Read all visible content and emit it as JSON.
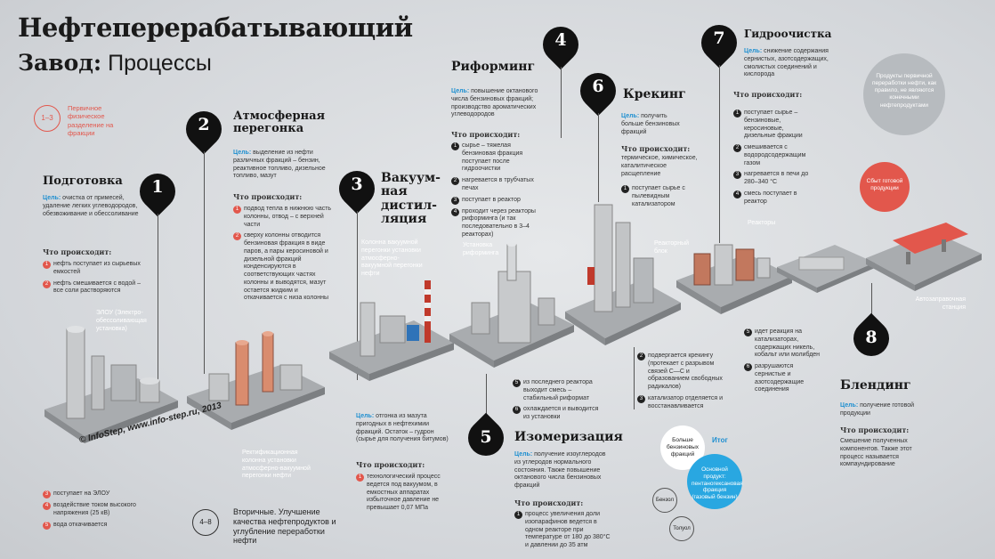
{
  "title": {
    "line1": "Нефтеперерабатывающий",
    "line2_bold": "Завод:",
    "line2_rest": " Процессы"
  },
  "primary_badge": {
    "range": "1–3",
    "text": "Первичное физическое разделение на фракции"
  },
  "secondary_badge": {
    "range": "4–8",
    "text": "Вторичные. Улучшение качества нефтепродуктов и углубление переработки нефти"
  },
  "copyright": "© InfoStep, www.info-step.ru, 2013",
  "goal_label": "Цель:",
  "what_happens": "Что происходит:",
  "s1": {
    "num": "1",
    "title": "Подготовка",
    "goal": "очистка от примесей, удаление легких углеводородов, обезвоживание и обессоливание",
    "steps": [
      "нефть поступает из сырьевых емкостей",
      "нефть смешивается с водой – все соли растворяются"
    ],
    "steps2": [
      "поступает на ЭЛОУ",
      "воздействие током высокого напряжения (25 кВ)",
      "вода откачивается"
    ],
    "plant_label": "ЭЛОУ (Электро-обессоливающая установка)"
  },
  "s2": {
    "num": "2",
    "title": "Атмосферная перегонка",
    "goal": "выделение из нефти различных фракций – бензин, реактивное топливо, дизельное топливо, мазут",
    "steps": [
      "подвод тепла в нижнюю часть колонны, отвод – с верхней части",
      "сверху колонны отводится бензиновая фракция в виде паров, а пары керосиновой и дизельной фракций конденсируются в соответствующих частях колонны и выводятся, мазут остается жидким и откачивается с низа колонны"
    ],
    "plant_label": "Ректификационная колонна установки атмосферно-вакуумной перегонки нефти"
  },
  "s3": {
    "num": "3",
    "title": "Вакуум-ная дистил-ляция",
    "goal": "отгонка из мазута пригодных в нефтехимии фракций. Остаток – гудрон (сырье для получения битумов)",
    "steps": [
      "технологический процесс ведется под вакуумом, в емкостных аппаратах избыточное давление не превышает 0,07 МПа"
    ],
    "plant_label": "Колонна вакуумной перегонки установки атмосферно-вакуумной перегонки нефти"
  },
  "s4": {
    "num": "4",
    "title": "Риформинг",
    "goal": "повышение октанового числа бензиновых фракций; производство ароматических углеводородов",
    "steps": [
      "сырье – тяжелая бензиновая фракция поступает после гидроочистки",
      "нагревается в трубчатых печах",
      "поступает в реактор",
      "проходит через реакторы риформинга (и так последовательно в 3–4 реакторах)"
    ],
    "steps2": [
      "из последнего реактора выходит смесь – стабильный риформат",
      "охлаждается и выводится из установки"
    ],
    "plant_label": "Установка риформинга"
  },
  "s5": {
    "num": "5",
    "title": "Изомеризация",
    "goal": "получение изоуглеродов из углеродов нормального состояния. Также повышение октанового числа бензиновых фракций",
    "steps": [
      "процесс увеличения доли изопарафинов ведется в одном реакторе при температуре от 180 до 380°С и давлении до 35 атм"
    ]
  },
  "s6": {
    "num": "6",
    "title": "Крекинг",
    "goal": "получить больше бензиновых фракций",
    "intro": "термическое, химическое, каталитическое расщепление",
    "steps": [
      "поступает сырье с пылевидным катализатором"
    ],
    "steps2": [
      "подвергается крекингу (протекает с разрывом связей С—С и образованием свободных радикалов)",
      "катализатор отделяется и восстанавливается"
    ],
    "plant_label": "Реакторный блок"
  },
  "s7": {
    "num": "7",
    "title": "Гидроочистка",
    "goal": "снижение содержания сернистых, азотсодержащих, смолистых соединений и кислорода",
    "steps": [
      "поступает сырье – бензиновые, керосиновые, дизельные фракции",
      "смешивается с водородсодержащим газом",
      "нагревается в печи до 280–340 °С",
      "смесь поступает в реактор"
    ],
    "steps2": [
      "идет реакция на катализаторах, содержащих никель, кобальт или молибден",
      "разрушаются сернистые и азотсодержащие соединения"
    ],
    "plant_label": "Реакторы"
  },
  "s8": {
    "num": "8",
    "title": "Блендинг",
    "goal": "получение готовой продукции",
    "steps_text": "Смешение полученных компонентов. Также этот процесс называется компаундирование",
    "plant_label": "Автозаправочная станция"
  },
  "note_secondary": "Продукты первичной переработки нефти, как правило, не являются конечными нефтепродуктами",
  "sales_badge": "Сбыт готовой продукции",
  "result": {
    "label": "Итог",
    "more_benzene": "Больше бензиновых фракций",
    "main_product": "Основной продукт: пентаногексановая фракция (газовый бензин)",
    "benzene": "Бензол",
    "toluene": "Толуол"
  },
  "colors": {
    "accent_blue": "#1e8fd0",
    "red": "#e2574c",
    "pin": "#111111",
    "result_blue": "#29a7e1"
  }
}
